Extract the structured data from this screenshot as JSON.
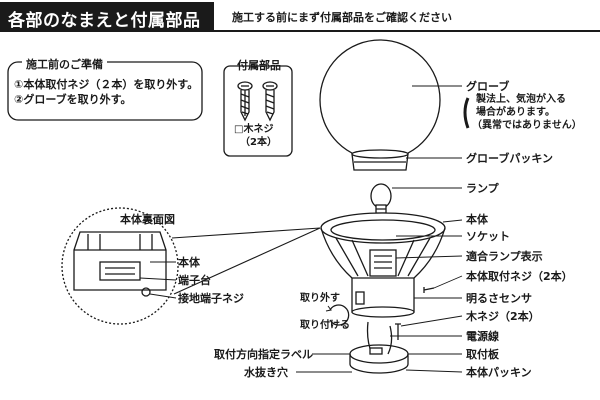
{
  "header": {
    "title": "各部のなまえと付属部品",
    "subtitle": "施工する前にまず付属部品をご確認ください"
  },
  "prep": {
    "title": "施工前のご準備",
    "steps": [
      "①本体取付ネジ（２本）を取り外す。",
      "②グローブを取り外す。"
    ]
  },
  "parts": {
    "title": "付属部品",
    "item": "□木ネジ",
    "qty": "（2本）"
  },
  "rear": {
    "title": "本体裏面図",
    "labels": [
      "本体",
      "端子台",
      "接地端子ネジ"
    ]
  },
  "callouts": {
    "globe": "グローブ",
    "globe_note": [
      "製法上、気泡が入る",
      "場合があります。",
      "（異常ではありません）"
    ],
    "globe_packing": "グローブパッキン",
    "lamp": "ランプ",
    "body": "本体",
    "socket": "ソケット",
    "lamp_indicator": "適合ランプ表示",
    "body_screw": "本体取付ネジ（2本）",
    "sensor": "明るさセンサ",
    "wood_screw": "木ネジ（2本）",
    "power_wire": "電源線",
    "mount_plate": "取付板",
    "direction_label": "取付方向指定ラベル",
    "drain_hole": "水抜き穴",
    "body_packing": "本体パッキン",
    "remove": "取り外す",
    "attach": "取り付ける"
  }
}
